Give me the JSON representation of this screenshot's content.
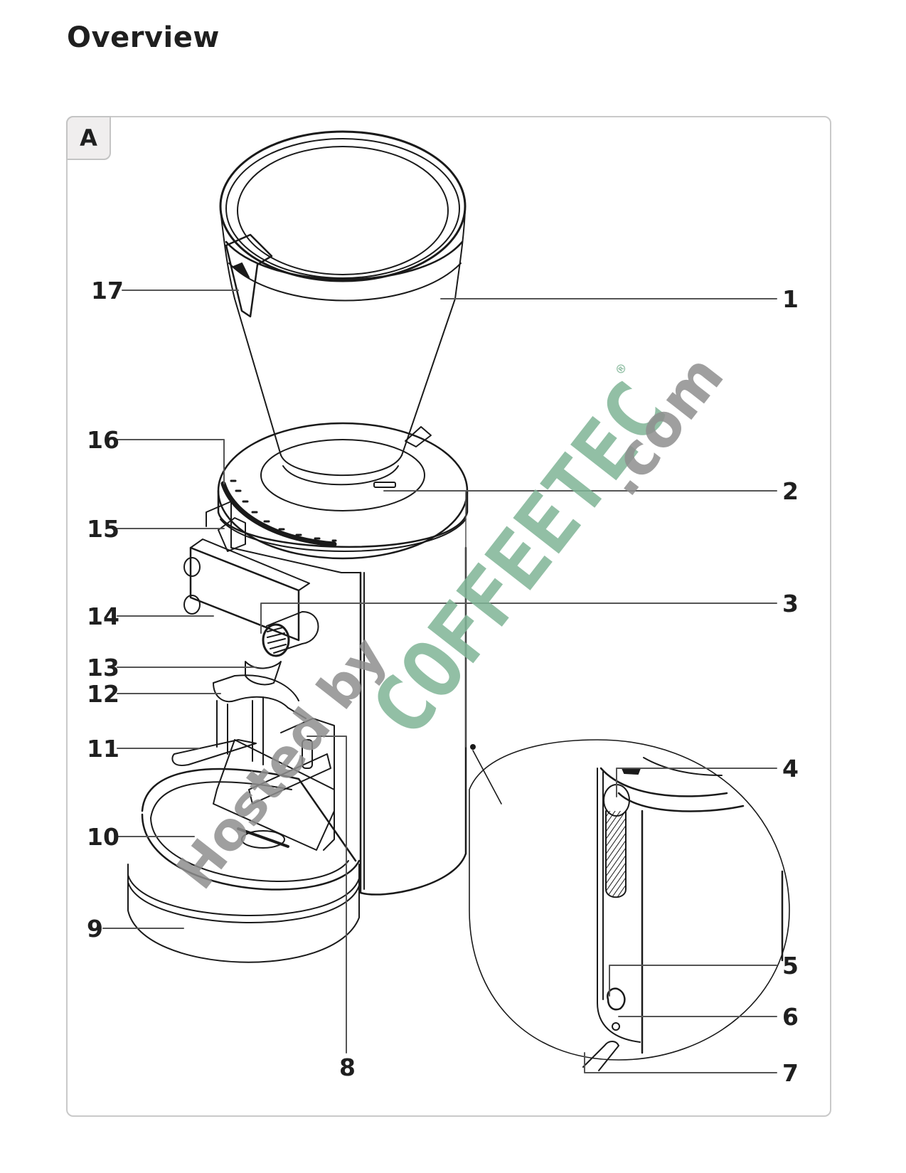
{
  "page": {
    "title": "Overview"
  },
  "figure": {
    "tag": "A",
    "subject": "coffee-grinder",
    "callouts": [
      {
        "number": "1",
        "side": "right",
        "part": "bean-hopper"
      },
      {
        "number": "2",
        "side": "right",
        "part": "hopper-base-ring"
      },
      {
        "number": "3",
        "side": "right",
        "part": "adjustment-knob"
      },
      {
        "number": "4",
        "side": "right",
        "part": "rear-ventilation-slot"
      },
      {
        "number": "5",
        "side": "right",
        "part": "power-switch"
      },
      {
        "number": "6",
        "side": "right",
        "part": "fuse-holder"
      },
      {
        "number": "7",
        "side": "right",
        "part": "power-cord"
      },
      {
        "number": "8",
        "side": "bottom",
        "part": "portafilter-holder-adjust-screw"
      },
      {
        "number": "9",
        "side": "left",
        "part": "base-tray"
      },
      {
        "number": "10",
        "side": "left",
        "part": "drip-tray"
      },
      {
        "number": "11",
        "side": "left",
        "part": "portafilter-fork"
      },
      {
        "number": "12",
        "side": "left",
        "part": "portafilter-holder"
      },
      {
        "number": "13",
        "side": "left",
        "part": "coffee-outlet"
      },
      {
        "number": "14",
        "side": "left",
        "part": "display-panel"
      },
      {
        "number": "15",
        "side": "left",
        "part": "grind-pointer"
      },
      {
        "number": "16",
        "side": "left",
        "part": "grind-scale"
      },
      {
        "number": "17",
        "side": "left",
        "part": "hopper-lock-tab"
      }
    ]
  },
  "watermark": {
    "prefix": "Hosted by",
    "brand": "COFFEETEC",
    "registered": "®",
    "suffix": ".com",
    "brand_color": "#7fb596",
    "gray_color": "#8f8f8f"
  }
}
